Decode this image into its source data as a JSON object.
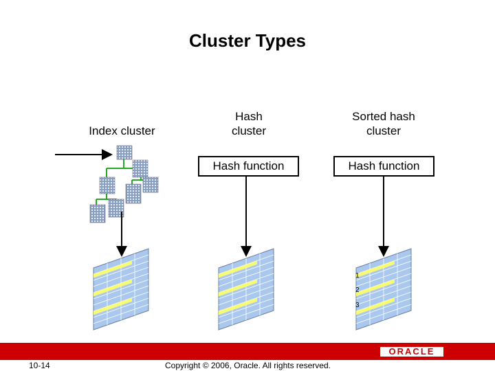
{
  "title": "Cluster Types",
  "columns": {
    "index": {
      "label": "Index cluster"
    },
    "hash": {
      "label_line1": "Hash",
      "label_line2": "cluster",
      "function_label": "Hash function"
    },
    "sorted": {
      "label_line1": "Sorted hash",
      "label_line2": "cluster",
      "function_label": "Hash function"
    }
  },
  "sorted_rows": [
    "1",
    "2",
    "3"
  ],
  "footer": {
    "page_number": "10-14",
    "copyright": "Copyright © 2006, Oracle. All rights reserved.",
    "logo_text": "ORACLE"
  },
  "colors": {
    "brand_red": "#cc0000",
    "tree_line": "#22aa22",
    "table_fill": "#aac8ee",
    "row_highlight": "#ffff66"
  }
}
